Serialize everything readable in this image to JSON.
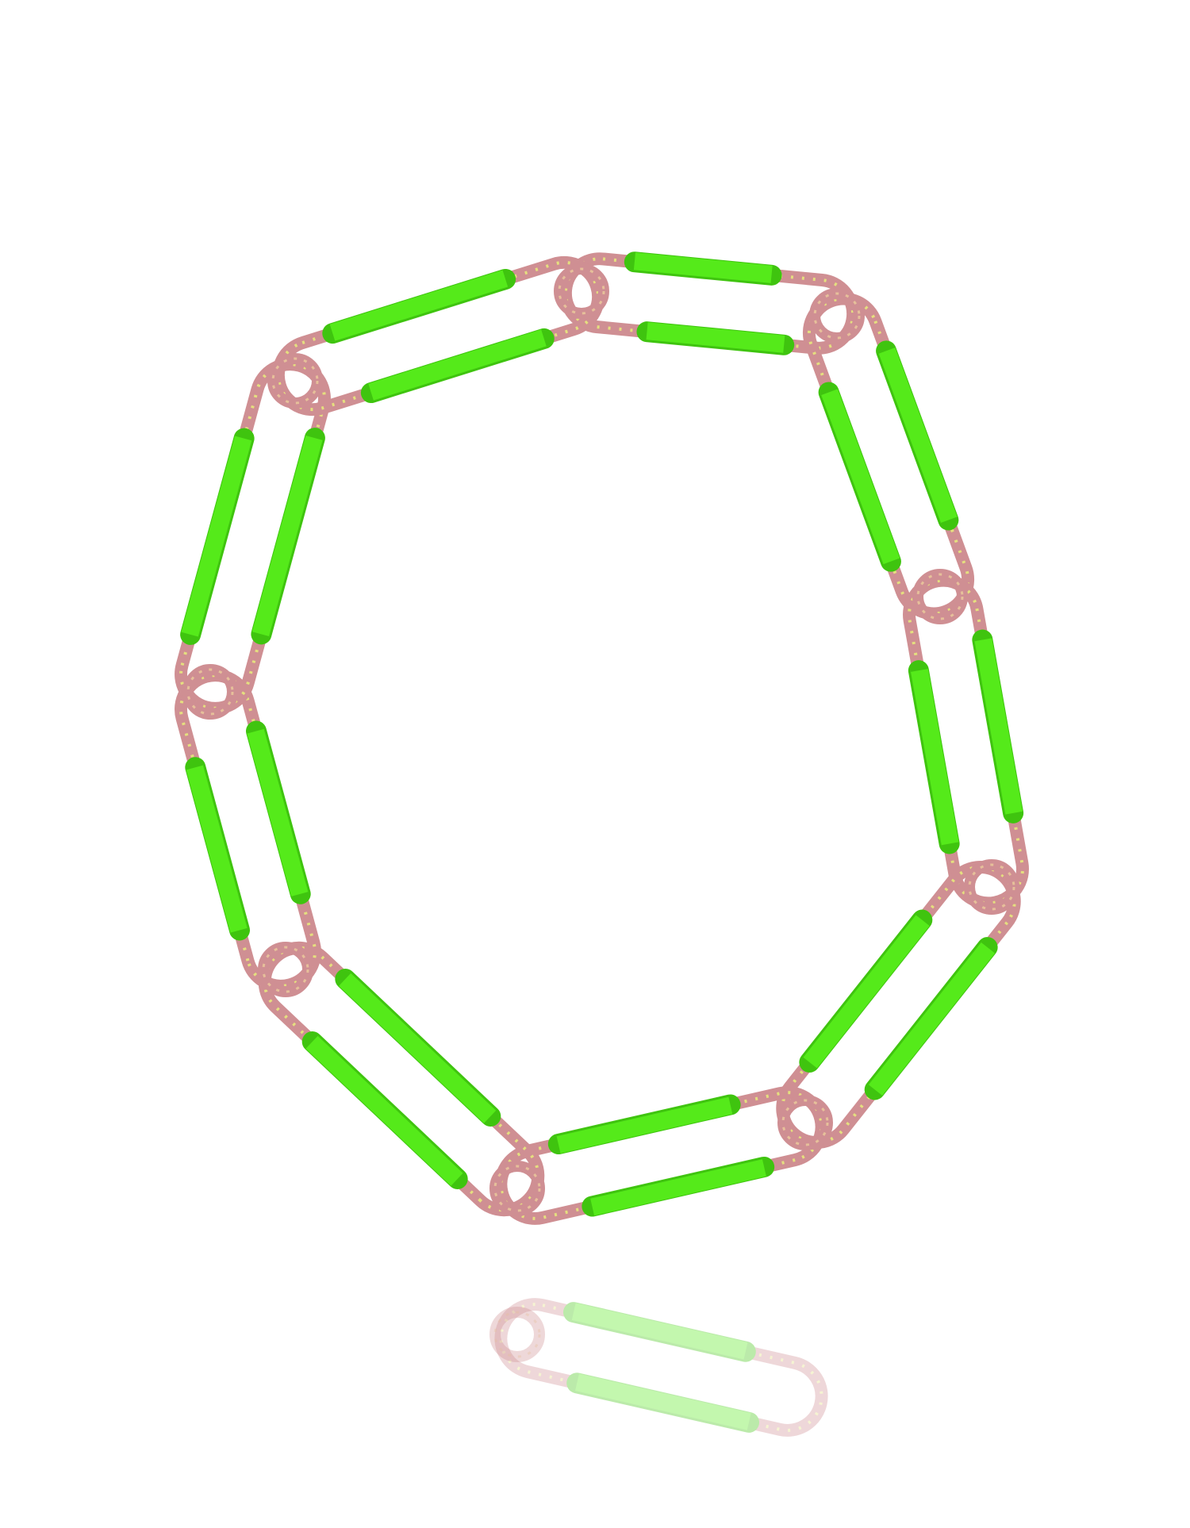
{
  "image": {
    "subject": "necklace-photo",
    "background_color": "#ffffff",
    "colors": {
      "link_wire": "#cf8f93",
      "link_wire_highlight": "#e6c09a",
      "speckle": "#eaf27a",
      "tube_green": "#55ea1a",
      "tube_green_shadow": "#3fc40f",
      "reflection_opacity": 0.35
    },
    "link_count": 10
  }
}
